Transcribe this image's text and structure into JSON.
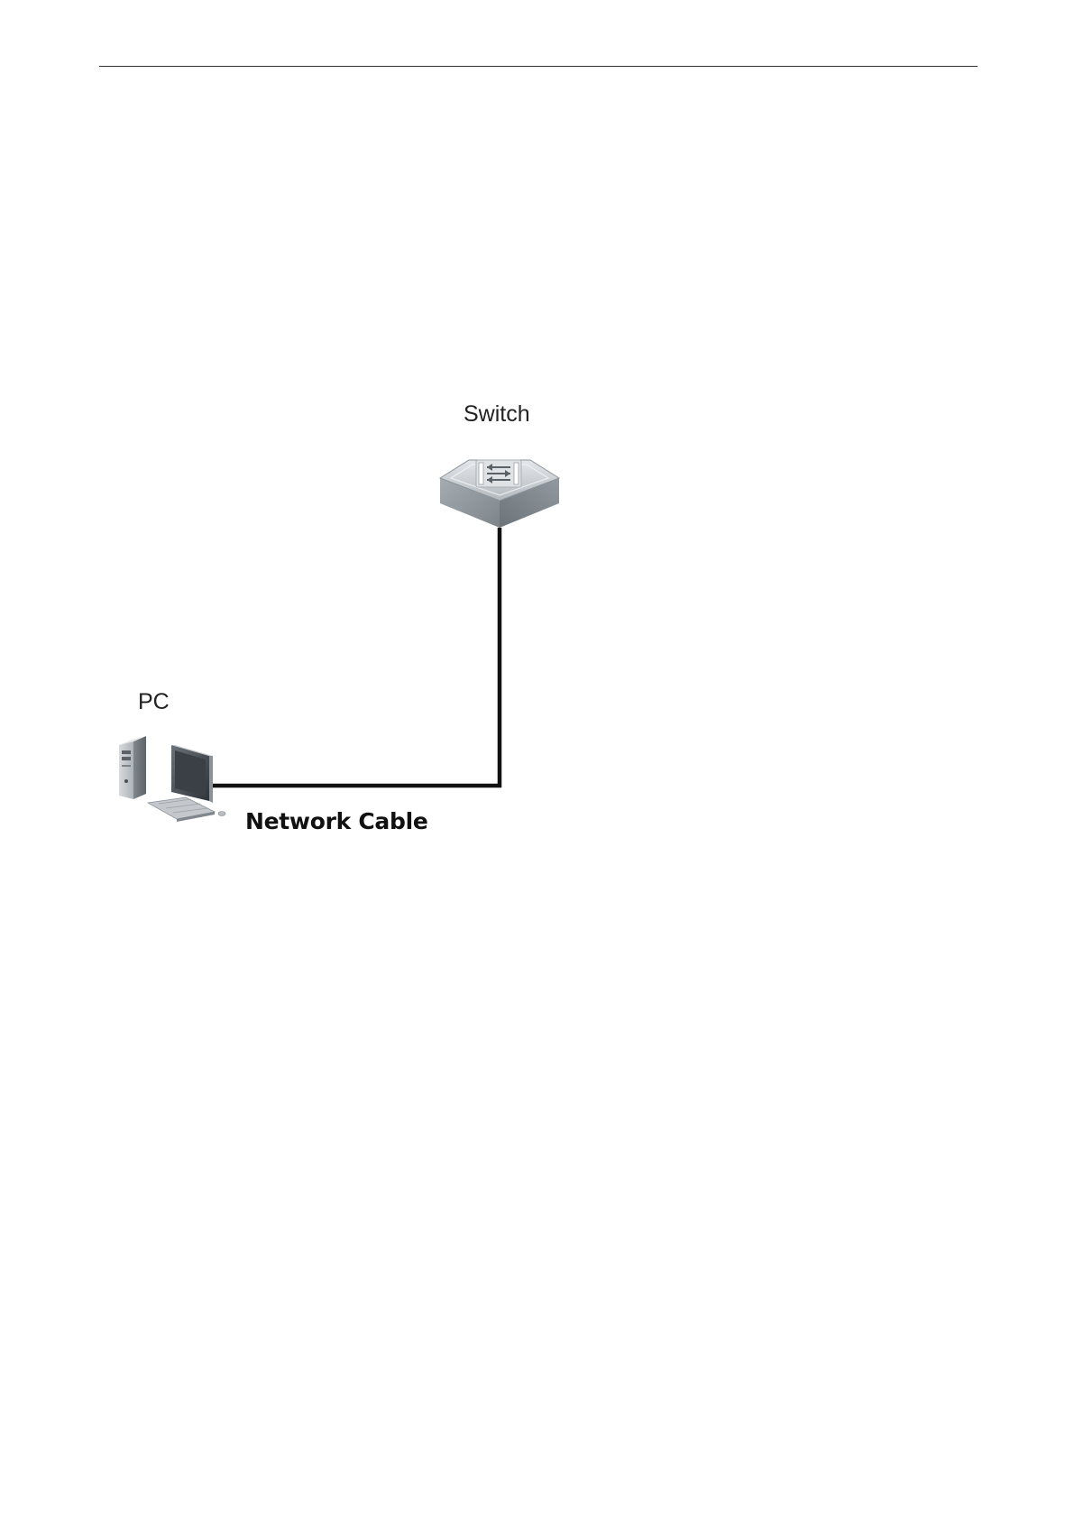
{
  "diagram": {
    "nodes": {
      "switch": {
        "label": "Switch",
        "icon": "network-switch-icon"
      },
      "pc": {
        "label": "PC",
        "icon": "desktop-computer-icon"
      }
    },
    "edges": [
      {
        "from": "pc",
        "to": "switch",
        "label": "Network Cable"
      }
    ]
  },
  "colors": {
    "cable": "#111111",
    "switch_top": "#c9ced2",
    "switch_side": "#8e969c",
    "pc_body": "#b8bcc0",
    "pc_dark": "#4a4f54"
  }
}
